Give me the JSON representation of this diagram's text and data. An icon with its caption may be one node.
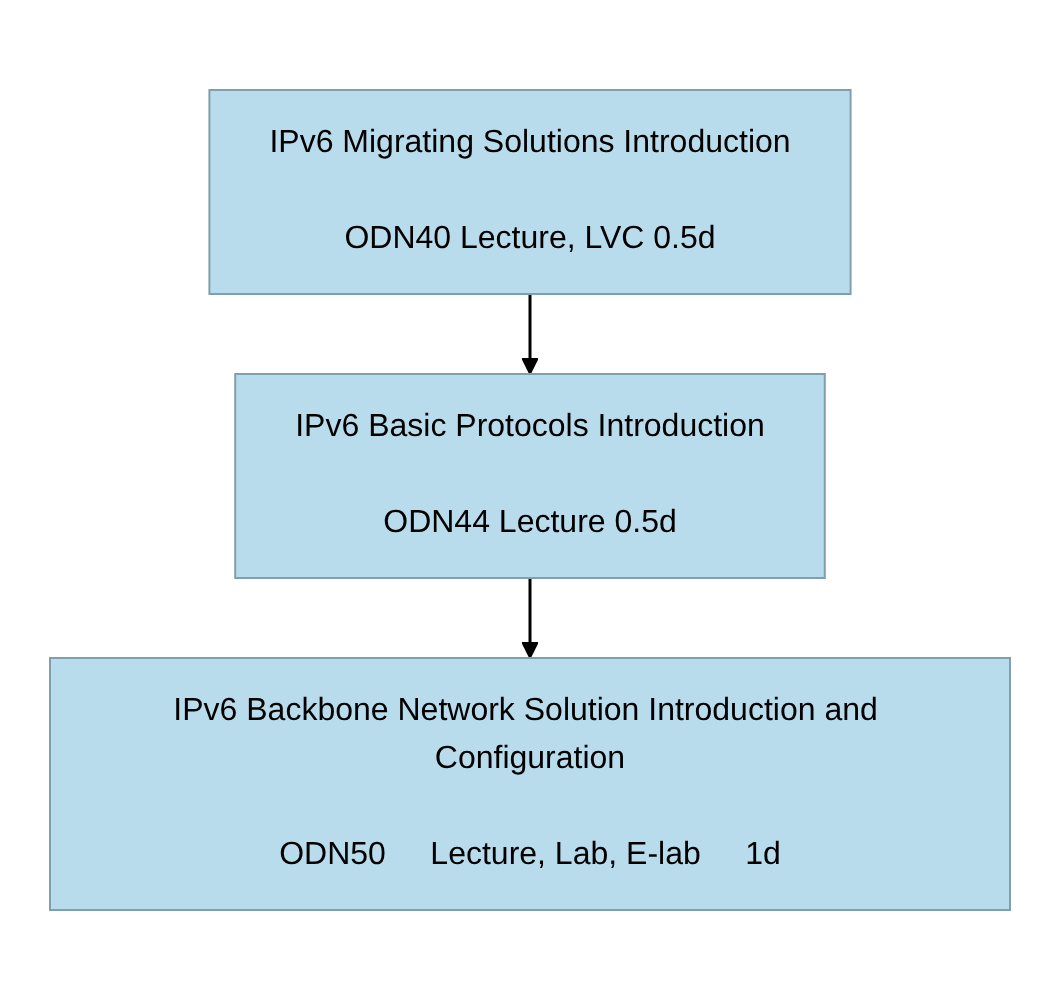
{
  "diagram": {
    "nodes": [
      {
        "text": [
          "IPv6 Migrating Solutions Introduction",
          "ODN40",
          "Lecture, LVC",
          "0.5d"
        ]
      },
      {
        "text": [
          "IPv6 Basic Protocols Introduction",
          "ODN44",
          "Lecture",
          "0.5d"
        ]
      },
      {
        "text": [
          "IPv6 Backbone Network Solution Introduction and Configuration",
          "ODN50",
          "Lecture, Lab, E-lab",
          "1d"
        ]
      }
    ],
    "edges": [
      {
        "from": 0,
        "to": 1,
        "arrow": "to"
      },
      {
        "from": 1,
        "to": 2,
        "arrow": "to"
      }
    ]
  }
}
